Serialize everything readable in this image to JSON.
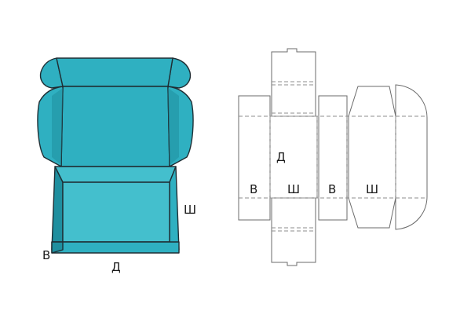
{
  "colors": {
    "box_face": "#2fb0c1",
    "box_shadow": "#1f8f9f",
    "box_inner_wall": "#44bfcd",
    "outline": "#1f2d33",
    "net_line": "#6b6b6b",
    "background": "#ffffff"
  },
  "box_view": {
    "label_length": "Д",
    "label_width": "Ш",
    "label_height": "В"
  },
  "net_view": {
    "label_length": "Д",
    "label_height_left": "В",
    "label_width_1": "Ш",
    "label_height_right": "В",
    "label_width_2": "Ш"
  }
}
